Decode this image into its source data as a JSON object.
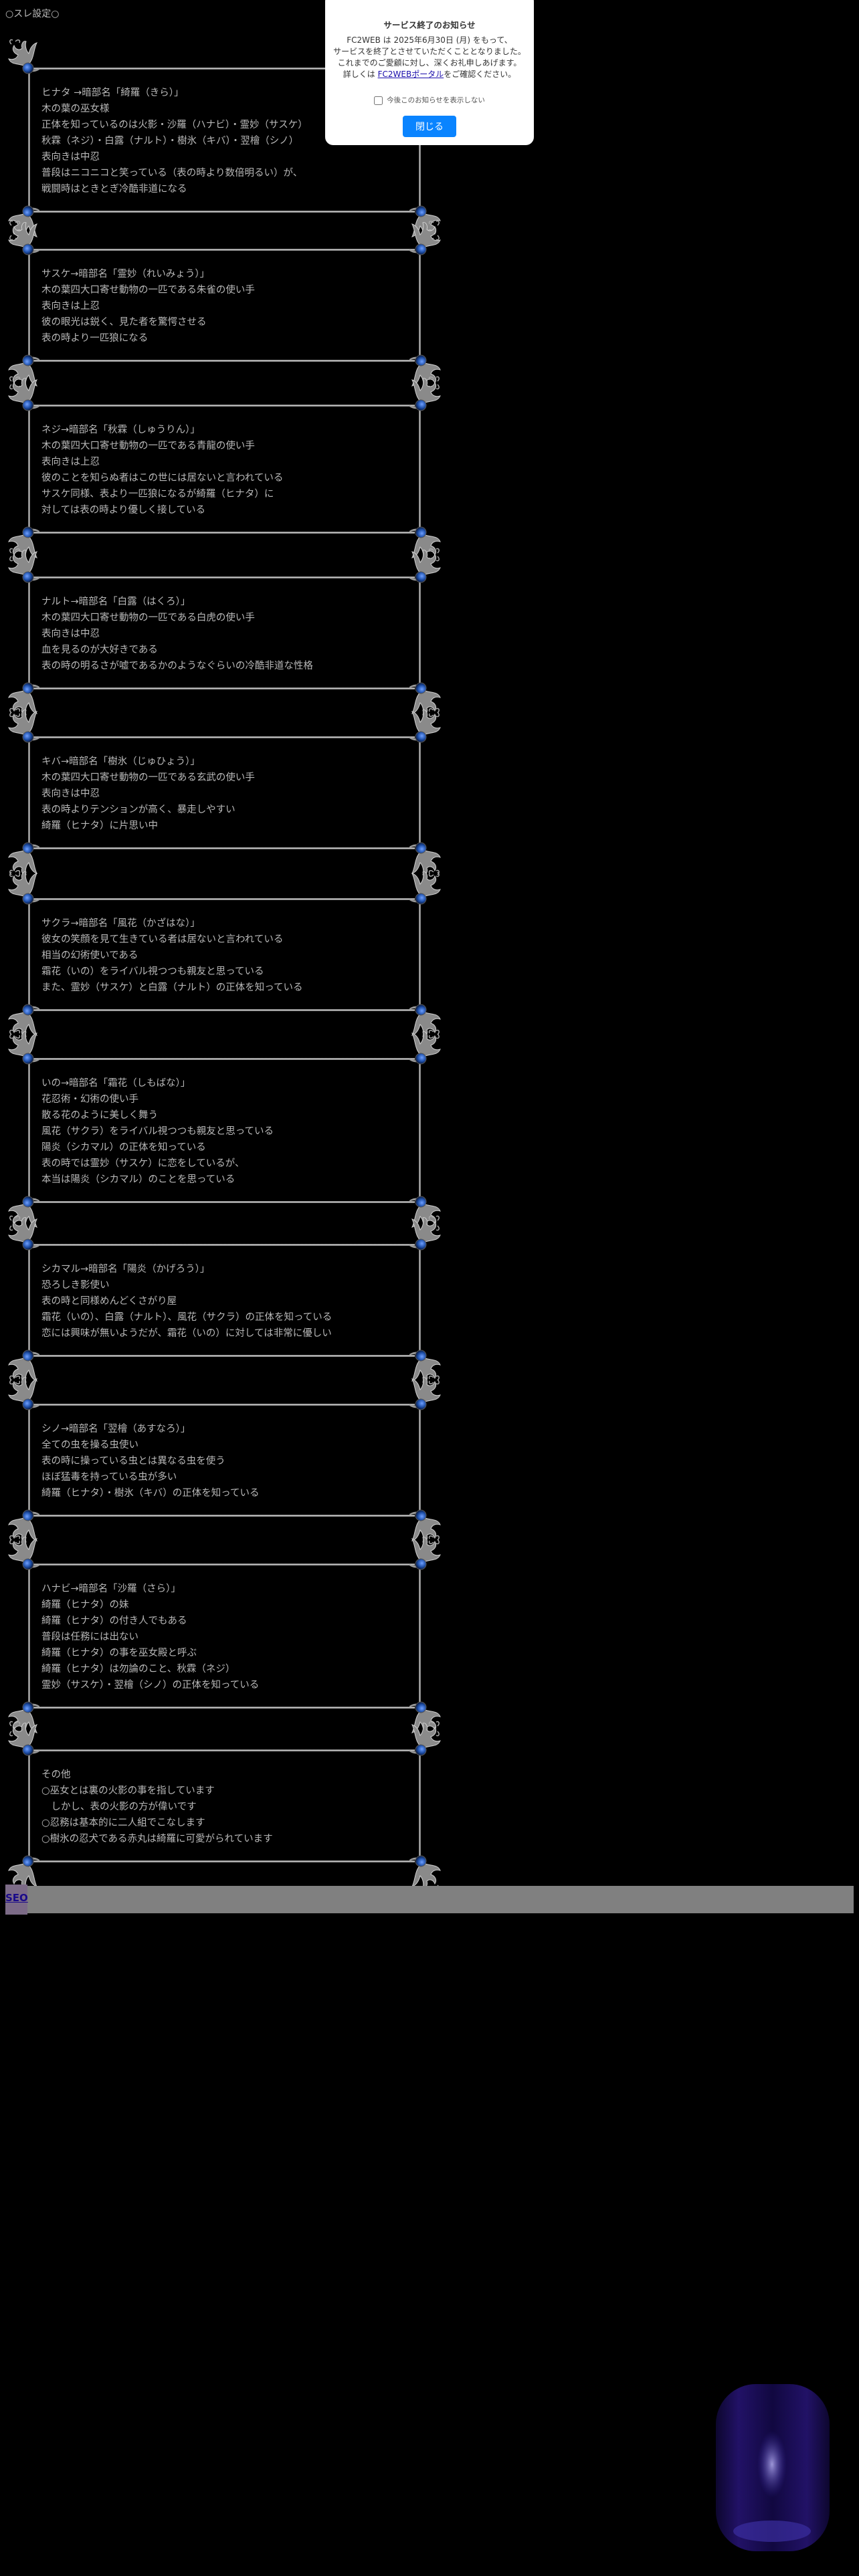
{
  "heading": "○スレ設定○",
  "blocks": [
    {
      "lines": [
        "ヒナタ →暗部名「綺羅（きら）」",
        "木の葉の巫女様",
        "正体を知っているのは火影・沙羅（ハナビ）・霊妙（サスケ）",
        "秋霖（ネジ）・白露（ナルト）・樹氷（キバ）・翌檜（シノ）",
        "表向きは中忍",
        "普段はニコニコと笑っている（表の時より数倍明るい）が、",
        "戦闘時はときとぎ冷酷非道になる"
      ]
    },
    {
      "lines": [
        "サスケ→暗部名「霊妙（れいみょう）」",
        "木の葉四大口寄せ動物の一匹である朱雀の使い手",
        "表向きは上忍",
        "彼の眼光は鋭く、見た者を驚愕させる",
        "表の時より一匹狼になる"
      ]
    },
    {
      "lines": [
        "ネジ→暗部名「秋霖（しゅうりん）」",
        "木の葉四大口寄せ動物の一匹である青龍の使い手",
        "表向きは上忍",
        "彼のことを知らぬ者はこの世には居ないと言われている",
        "サスケ同様、表より一匹狼になるが綺羅（ヒナタ）に",
        "対しては表の時より優しく接している"
      ]
    },
    {
      "lines": [
        "ナルト→暗部名「白露（はくろ）」",
        "木の葉四大口寄せ動物の一匹である白虎の使い手",
        "表向きは中忍",
        "血を見るのが大好きである",
        "表の時の明るさが嘘であるかのようなぐらいの冷酷非道な性格"
      ]
    },
    {
      "lines": [
        "キバ→暗部名「樹氷（じゅひょう）」",
        "木の葉四大口寄せ動物の一匹である玄武の使い手",
        "表向きは中忍",
        "表の時よりテンションが高く、暴走しやすい",
        "綺羅（ヒナタ）に片思い中"
      ]
    },
    {
      "lines": [
        "サクラ→暗部名「風花（かざはな）」",
        "彼女の笑顔を見て生きている者は居ないと言われている",
        "相当の幻術使いである",
        "霜花（いの）をライバル視つつも親友と思っている",
        "また、霊妙（サスケ）と白露（ナルト）の正体を知っている"
      ]
    },
    {
      "lines": [
        "いの→暗部名「霜花（しもばな）」",
        "花忍術・幻術の使い手",
        "散る花のように美しく舞う",
        "風花（サクラ）をライバル視つつも親友と思っている",
        "陽炎（シカマル）の正体を知っている",
        "表の時では霊妙（サスケ）に恋をしているが、",
        "本当は陽炎（シカマル）のことを思っている"
      ]
    },
    {
      "lines": [
        "シカマル→暗部名「陽炎（かげろう）」",
        "恐ろしき影使い",
        "表の時と同様めんどくさがり屋",
        "霜花（いの）、白露（ナルト）、風花（サクラ）の正体を知っている",
        "恋には興味が無いようだが、霜花（いの）に対しては非常に優しい"
      ]
    },
    {
      "lines": [
        "シノ→暗部名「翌檜（あすなろ）」",
        "全ての虫を操る虫使い",
        "表の時に操っている虫とは異なる虫を使う",
        "ほぼ猛毒を持っている虫が多い",
        "綺羅（ヒナタ）・樹氷（キバ）の正体を知っている"
      ]
    },
    {
      "lines": [
        "ハナビ→暗部名「沙羅（さら）」",
        "綺羅（ヒナタ）の妹",
        "綺羅（ヒナタ）の付き人でもある",
        "普段は任務には出ない",
        "綺羅（ヒナタ）の事を巫女殿と呼ぶ",
        "綺羅（ヒナタ）は勿論のこと、秋霖（ネジ）",
        "霊妙（サスケ）・翌檜（シノ）の正体を知っている"
      ]
    },
    {
      "lines": [
        "その他",
        "○巫女とは裏の火影の事を指しています",
        "　しかし、表の火影の方が偉いです",
        "○忍務は基本的に二人組でこなします",
        "○樹氷の忍犬である赤丸は綺羅に可愛がられています"
      ]
    }
  ],
  "modal": {
    "title": "サービス終了のお知らせ",
    "line1": "FC2WEB は 2025年6月30日 (月) をもって、",
    "line2": "サービスを終了とさせていただくこととなりました。",
    "line3": "これまでのご愛顧に対し、深くお礼申しあげます。",
    "line4_prefix": "詳しくは ",
    "line4_link": "FC2WEBポータル",
    "line4_suffix": "をご確認ください。",
    "checkbox_label": "今後このお知らせを表示しない",
    "close_label": "閉じる"
  },
  "footer": {
    "seo_label": "SEO"
  },
  "colors": {
    "text": "#b8b8b8",
    "button": "#0a84ff",
    "seo_bar": "#808080",
    "accent_blue": "#1e4fa8"
  }
}
